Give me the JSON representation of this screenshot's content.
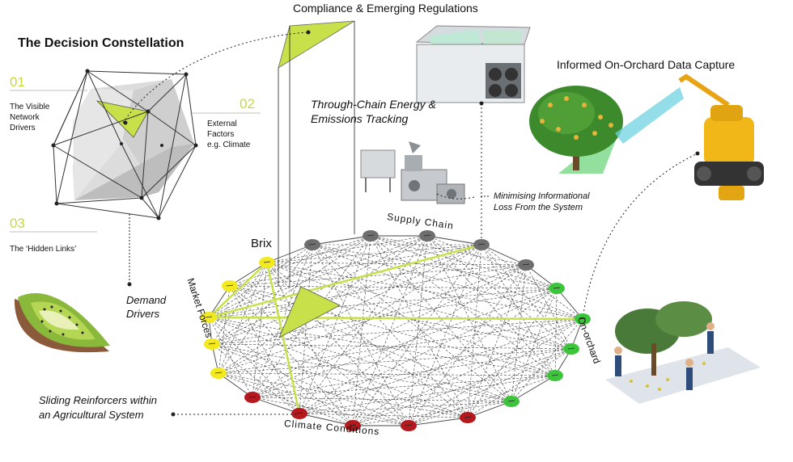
{
  "title": "The Decision Constellation",
  "labels": {
    "visible_1": "The Visible",
    "visible_2": "Network",
    "visible_3": "Drivers",
    "external_1": "External",
    "external_2": "Factors",
    "external_3": "e.g. Climate",
    "hidden": "The ‘Hidden Links’",
    "num1": "01",
    "num2": "02",
    "num3": "03",
    "compliance": "Compliance & Emerging Regulations",
    "energy_1": "Through-Chain Energy &",
    "energy_2": "Emissions Tracking",
    "data_capture": "Informed On-Orchard Data Capture",
    "loss_1": "Minimising Informational",
    "loss_2": "Loss From the System",
    "demand_1": "Demand",
    "demand_2": "Drivers",
    "brix": "Brix",
    "supply_chain": "Supply Chain",
    "market_forces": "Market Forces",
    "on_orchard": "On-orchard",
    "climate": "Climate Conditions",
    "sliding_1": "Sliding Reinforcers within",
    "sliding_2": "an Agricultural System"
  },
  "colors": {
    "accent_lime": "#c8e04a",
    "market": "#f2ea1e",
    "supply": "#6e6e6e",
    "orchard": "#3cc53a",
    "climate": "#b3191d",
    "edge": "#444444"
  },
  "icons": [
    "polyhedron-icon",
    "kiwi-icon",
    "cooler-icon",
    "factory-icon",
    "tree-icon",
    "robot-icon",
    "orchard-workers-icon"
  ]
}
